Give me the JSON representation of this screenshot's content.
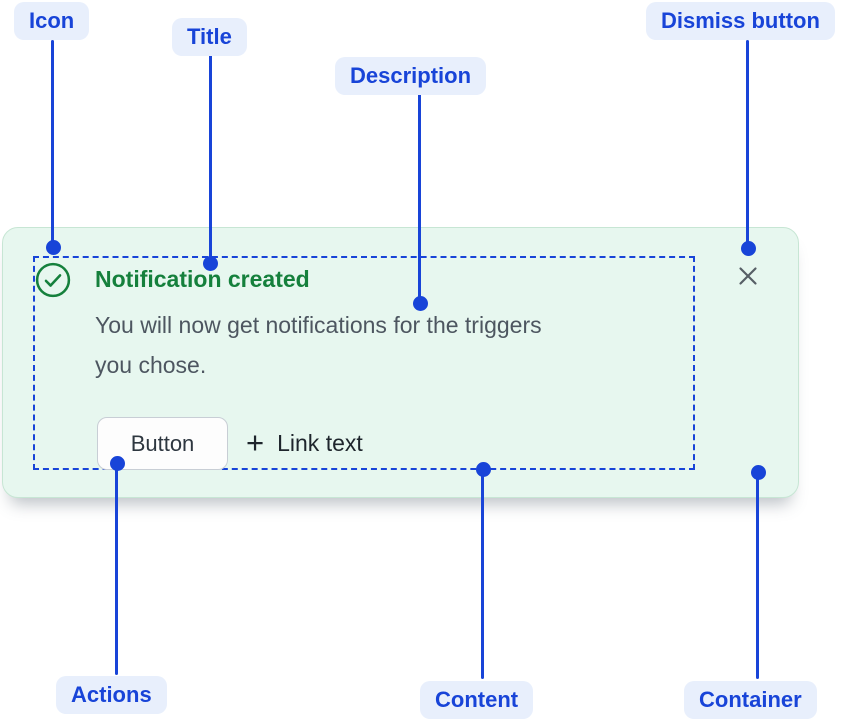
{
  "callouts": {
    "icon": "Icon",
    "title": "Title",
    "description": "Description",
    "dismiss": "Dismiss button",
    "actions": "Actions",
    "content": "Content",
    "container": "Container"
  },
  "banner": {
    "title": "Notification created",
    "description": "You will now get notifications for the triggers you chose.",
    "description_line1": "You will now get notifications for the triggers",
    "description_line2": "you chose.",
    "actions": {
      "button_label": "Button",
      "link_plus_glyph": "+",
      "link_label": "Link text"
    }
  },
  "icons": {
    "status": "check-circle-icon",
    "link_prefix": "plus-icon",
    "dismiss": "cross-icon"
  },
  "colors": {
    "annotation_blue": "#1844D8",
    "annotation_pill_bg": "#E8EFFC",
    "banner_bg": "#E7F7EF",
    "banner_border": "#C7E6D4",
    "success_green": "#15803C",
    "body_text_gray": "#4D5660"
  }
}
